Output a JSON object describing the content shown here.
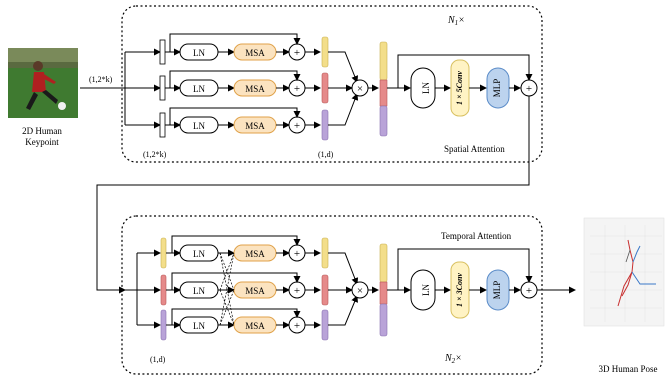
{
  "input": {
    "caption_line1": "2D Human",
    "caption_line2": "Keypoint"
  },
  "spatial_block": {
    "repeat_label": "N",
    "repeat_sub": "1",
    "repeat_suffix": "×",
    "input_dim": "(1,2*k)",
    "input_dim_bottom": "(1,2*k)",
    "out_dim": "(1,d)",
    "title": "Spatial Attention",
    "branches": [
      {
        "ln": "LN",
        "msa": "MSA",
        "add": "+"
      },
      {
        "ln": "LN",
        "msa": "MSA",
        "add": "+"
      },
      {
        "ln": "LN",
        "msa": "MSA",
        "add": "+"
      }
    ],
    "multiply": "×",
    "ln2": "LN",
    "conv": "1 × 5Conv",
    "mlp": "MLP",
    "add2": "+"
  },
  "temporal_block": {
    "repeat_label": "N",
    "repeat_sub": "2",
    "repeat_suffix": "×",
    "in_dim": "(1,d)",
    "title": "Temporal Attention",
    "branches": [
      {
        "ln": "LN",
        "msa": "MSA",
        "add": "+"
      },
      {
        "ln": "LN",
        "msa": "MSA",
        "add": "+"
      },
      {
        "ln": "LN",
        "msa": "MSA",
        "add": "+"
      }
    ],
    "multiply": "×",
    "ln2": "LN",
    "conv": "1 × 3Conv",
    "mlp": "MLP",
    "add2": "+"
  },
  "output": {
    "caption": "3D Human Pose"
  },
  "colors": {
    "yellow_bar": "#f3de8a",
    "red_bar": "#e58a8a",
    "purple_bar": "#b9a3d8",
    "msa_fill": "#fbe3c0",
    "msa_stroke": "#e0a24a",
    "mlp_fill": "#bcd3ee",
    "mlp_stroke": "#5b8cc8",
    "conv_fill": "#fff3c4",
    "conv_stroke": "#d8c060"
  }
}
